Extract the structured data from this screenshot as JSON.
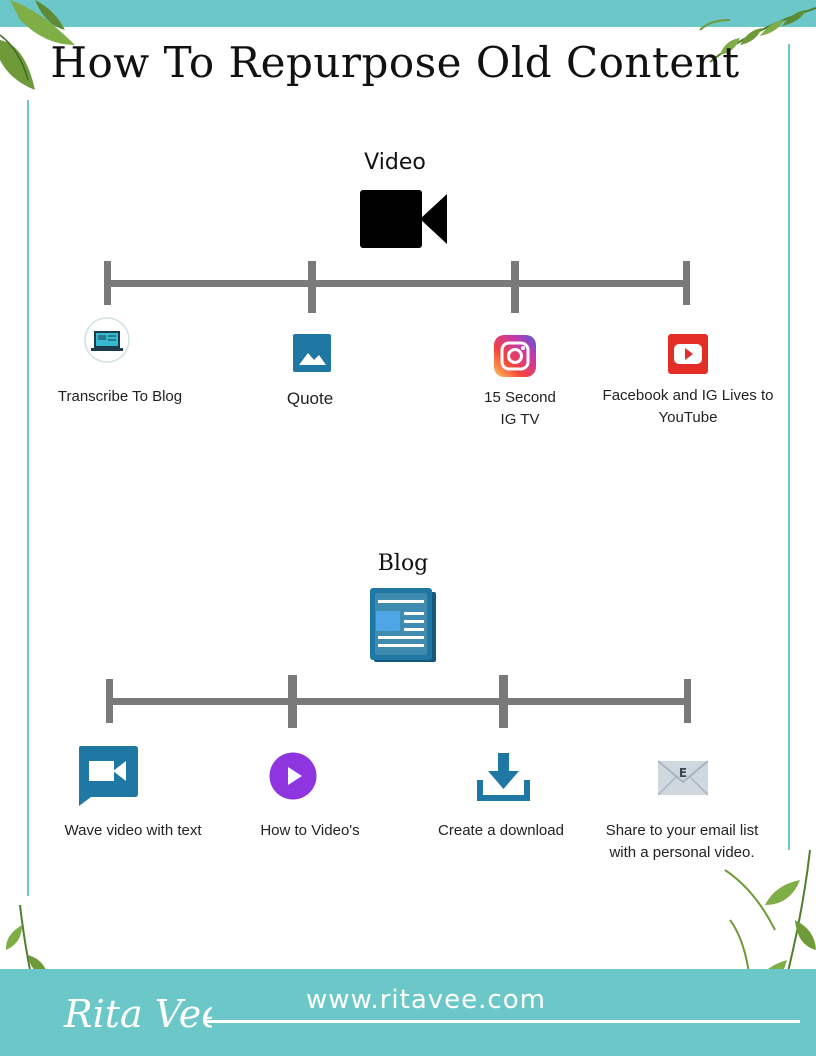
{
  "page": {
    "title": "How To Repurpose Old Content"
  },
  "video_section": {
    "label": "Video",
    "items": [
      {
        "label": "Transcribe To Blog",
        "icon": "laptop-icon"
      },
      {
        "label": "Quote",
        "icon": "image-icon"
      },
      {
        "label": "15 Second\nIG TV",
        "icon": "instagram-icon"
      },
      {
        "label": "Facebook and IG Lives to\nYouTube",
        "icon": "youtube-icon"
      }
    ]
  },
  "blog_section": {
    "label": "Blog",
    "items": [
      {
        "label": "Wave video with text",
        "icon": "video-chat-icon"
      },
      {
        "label": "How to Video's",
        "icon": "play-icon"
      },
      {
        "label": "Create a download",
        "icon": "download-icon"
      },
      {
        "label": "Share to your email list\nwith a personal video.",
        "icon": "email-icon"
      }
    ]
  },
  "footer": {
    "logo_text": "Rita Vee",
    "url": "www.ritavee.com"
  },
  "colors": {
    "accent": "#6cc8c8",
    "timeline": "#7a7a7a",
    "blog_icon": "#1f77a3",
    "play_icon": "#8e35e0",
    "youtube": "#e52d27"
  }
}
